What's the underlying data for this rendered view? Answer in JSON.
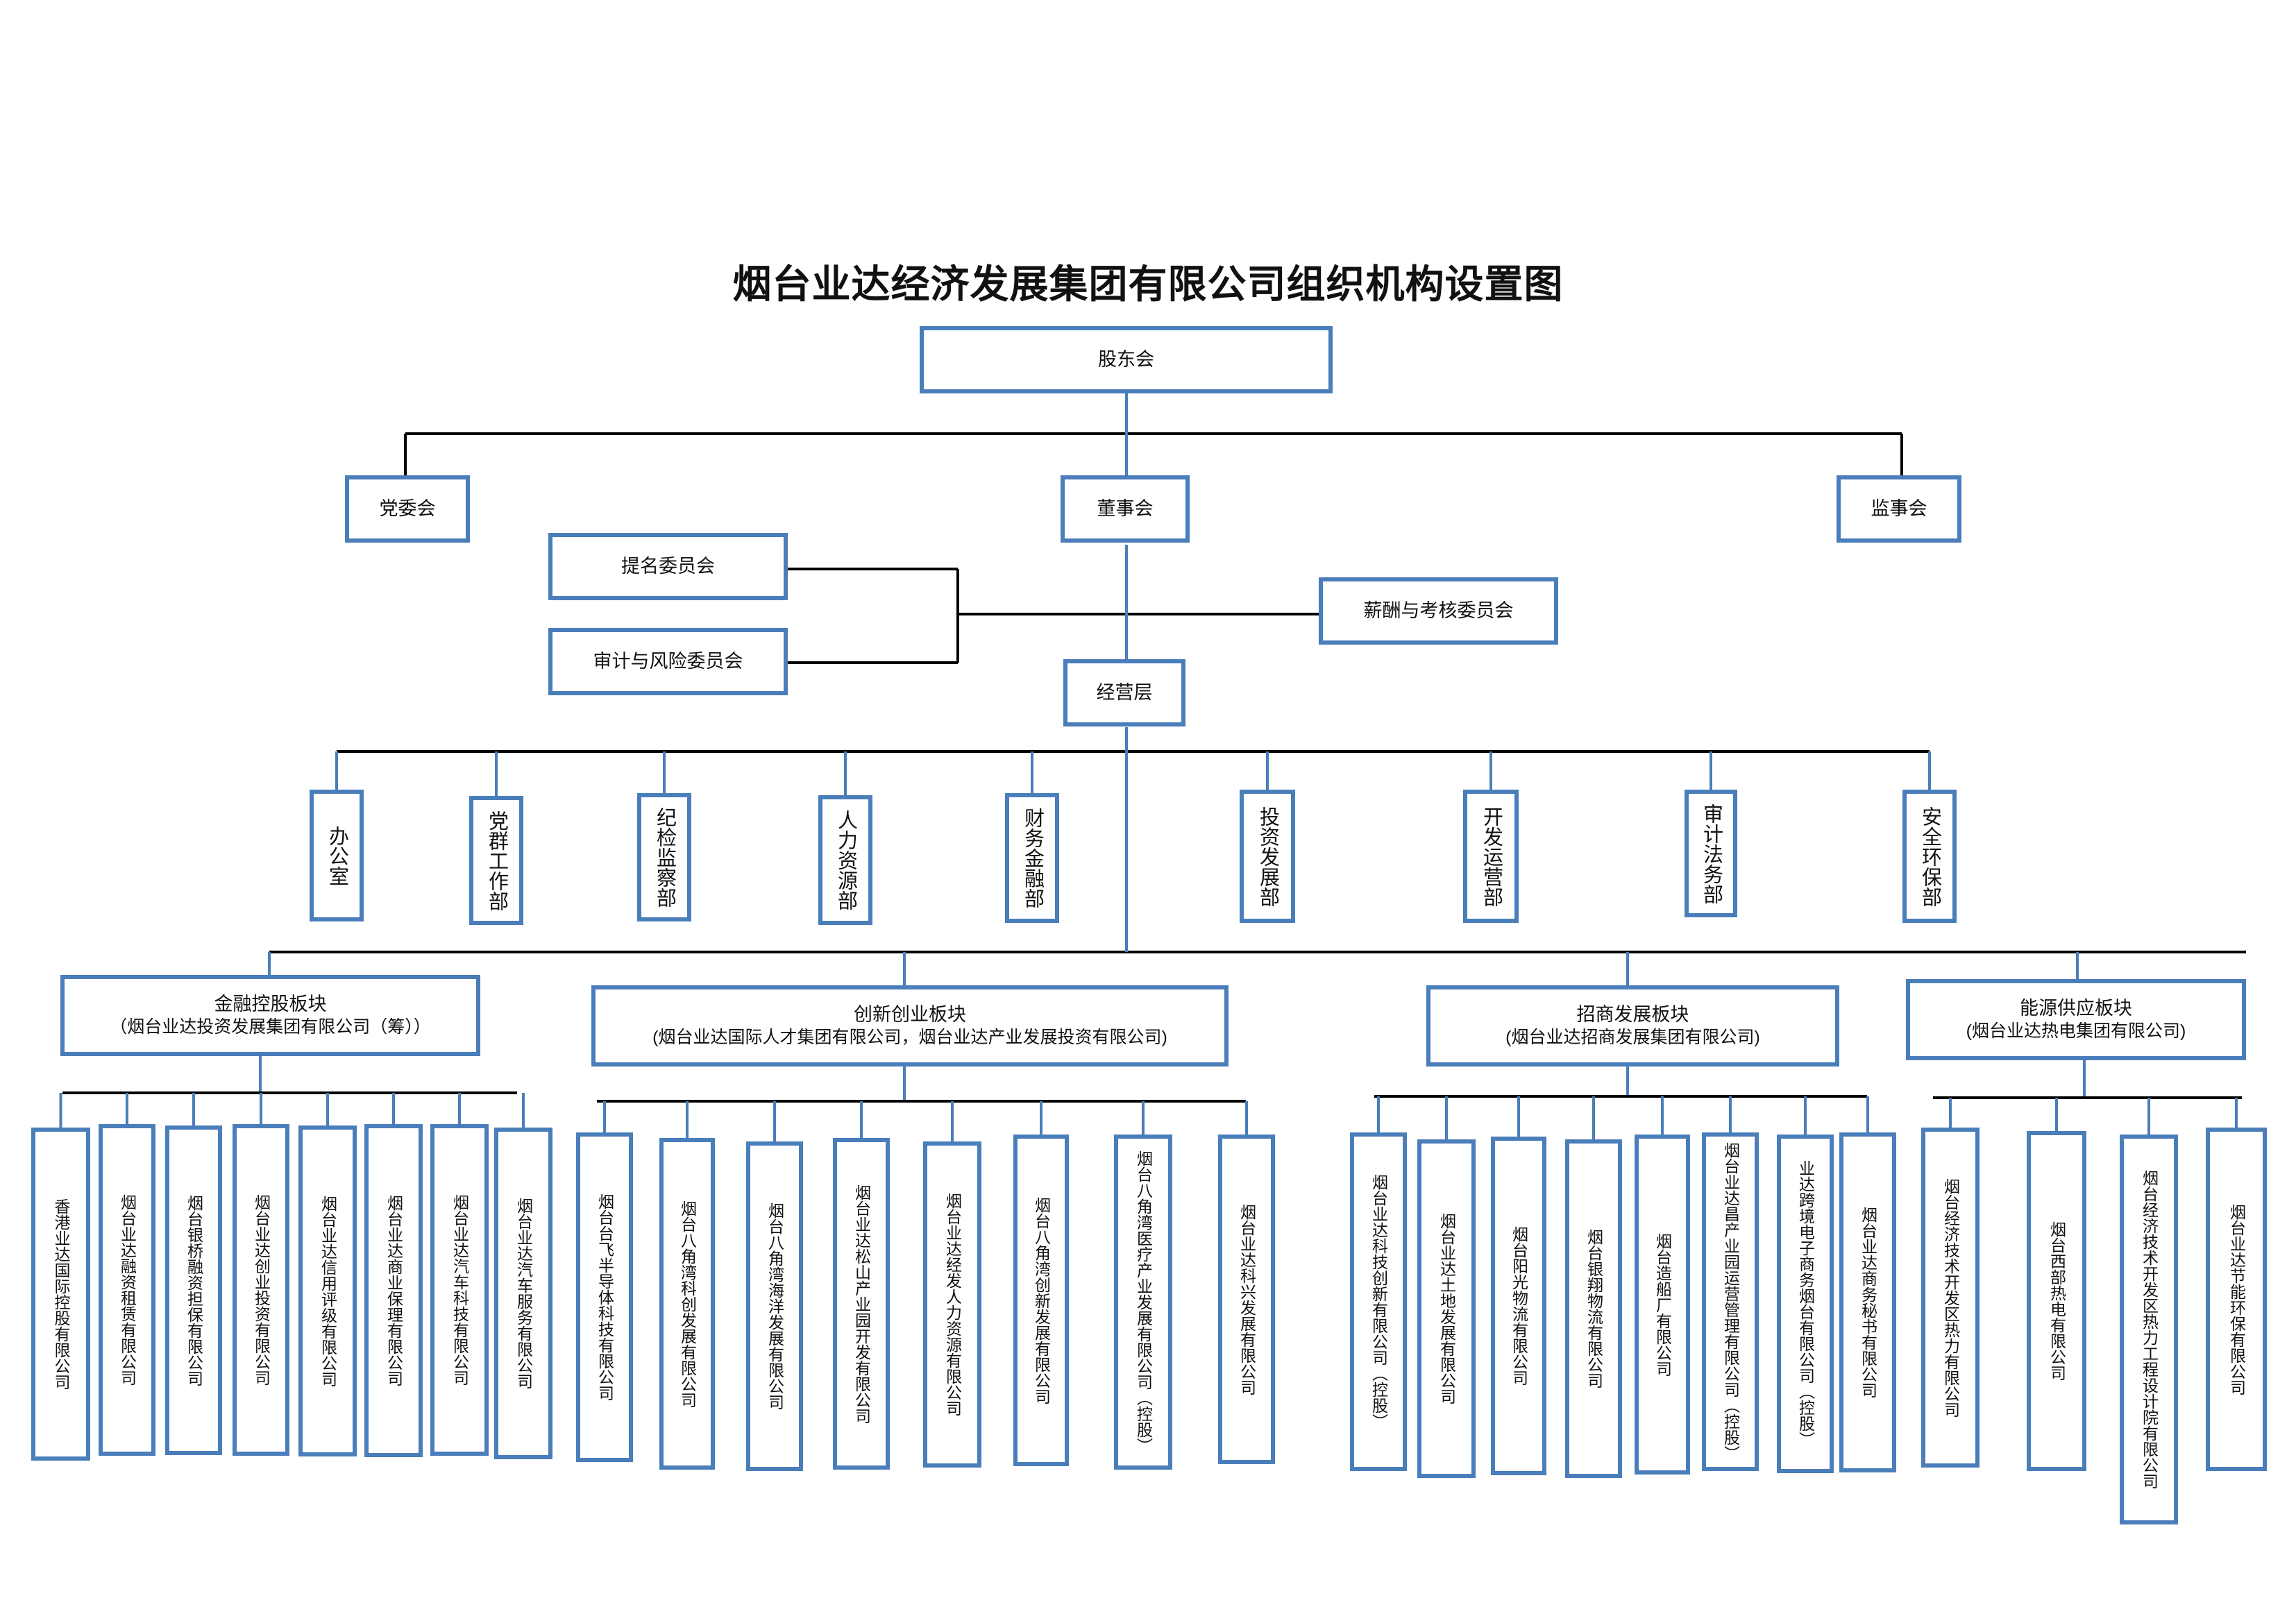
{
  "title": "烟台业达经济发展集团有限公司组织机构设置图",
  "governance": {
    "shareholders": "股东会",
    "party_committee": "党委会",
    "board": "董事会",
    "supervisors": "监事会",
    "nomination_committee": "提名委员会",
    "audit_risk_committee": "审计与风险委员会",
    "compensation_committee": "薪酬与考核委员会",
    "management": "经营层"
  },
  "departments": [
    "办公室",
    "党群工作部",
    "纪检监察部",
    "人力资源部",
    "财务金融部",
    "投资发展部",
    "开发运营部",
    "审计法务部",
    "安全环保部"
  ],
  "segments": [
    {
      "name": "金融控股板块",
      "company": "（烟台业达投资发展集团有限公司（筹））",
      "subsidiaries": [
        "香港业达国际控股有限公司",
        "烟台业达融资租赁有限公司",
        "烟台银桥融资担保有限公司",
        "烟台业达创业投资有限公司",
        "烟台业达信用评级有限公司",
        "烟台业达商业保理有限公司",
        "烟台业达汽车科技有限公司",
        "烟台业达汽车服务有限公司"
      ]
    },
    {
      "name": "创新创业板块",
      "company": "(烟台业达国际人才集团有限公司，烟台业达产业发展投资有限公司)",
      "subsidiaries": [
        "烟台台飞半导体科技有限公司",
        "烟台八角湾科创发展有限公司",
        "烟台八角湾海洋发展有限公司",
        "烟台业达松山产业园开发有限公司",
        "烟台业达经发人力资源有限公司",
        "烟台八角湾创新发展有限公司",
        "烟台八角湾医疗产业发展有限公司（控股）",
        "烟台业达科兴发展有限公司"
      ]
    },
    {
      "name": "招商发展板块",
      "company": "(烟台业达招商发展集团有限公司)",
      "subsidiaries": [
        "烟台业达科技创新有限公司（控股）",
        "烟台业达土地发展有限公司",
        "烟台阳光物流有限公司",
        "烟台银翔物流有限公司",
        "烟台造船厂有限公司",
        "烟台业达昌产业园运营管理有限公司（控股）",
        "业达跨境电子商务烟台有限公司（控股）",
        "烟台业达商务秘书有限公司"
      ]
    },
    {
      "name": "能源供应板块",
      "company": "(烟台业达热电集团有限公司)",
      "subsidiaries": [
        "烟台经济技术开发区热力有限公司",
        "烟台西部热电有限公司",
        "烟台经济技术开发区热力工程设计院有限公司",
        "烟台业达节能环保有限公司"
      ]
    }
  ],
  "colors": {
    "box_border": "#4a7ebb",
    "line": "#000000",
    "stem": "#4a7ebb"
  }
}
